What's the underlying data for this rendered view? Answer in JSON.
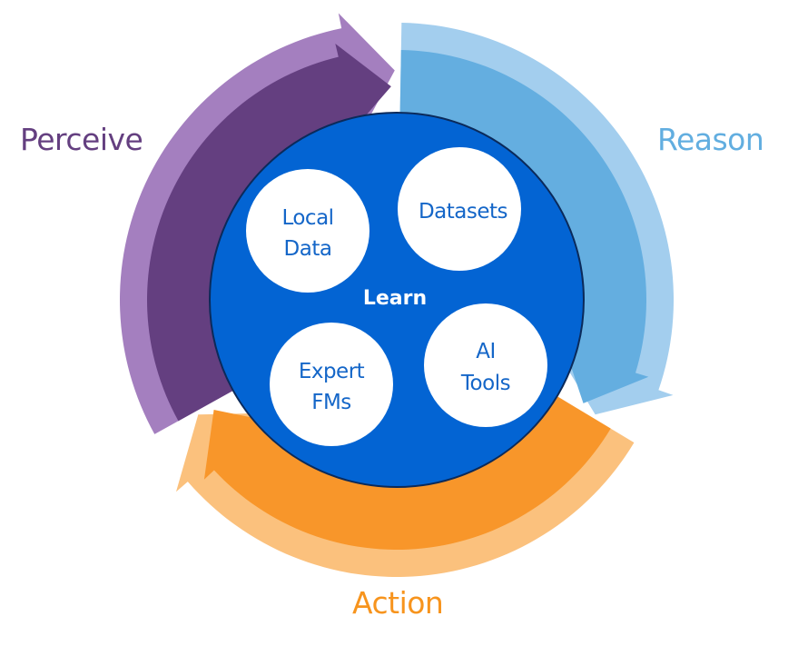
{
  "diagram": {
    "title": "Perceive-Reason-Action cycle around Learn",
    "center": {
      "label": "Learn",
      "color": "#0364D3",
      "text_color": "#ffffff"
    },
    "bubbles": [
      {
        "lines": [
          "Local",
          "Data"
        ]
      },
      {
        "lines": [
          "Datasets"
        ]
      },
      {
        "lines": [
          "Expert",
          "FMs"
        ]
      },
      {
        "lines": [
          "AI",
          "Tools"
        ]
      }
    ],
    "bubble_fill": "#ffffff",
    "bubble_text_color": "#1466C8",
    "stages": [
      {
        "label": "Perceive",
        "text_color": "#643F80",
        "inner_color": "#643F80",
        "outer_color": "#A47FBF"
      },
      {
        "label": "Reason",
        "text_color": "#62AEE0",
        "inner_color": "#64AEE0",
        "outer_color": "#A3CEEE"
      },
      {
        "label": "Action",
        "text_color": "#F7941D",
        "inner_color": "#F8962A",
        "outer_color": "#FBC17D"
      }
    ]
  }
}
